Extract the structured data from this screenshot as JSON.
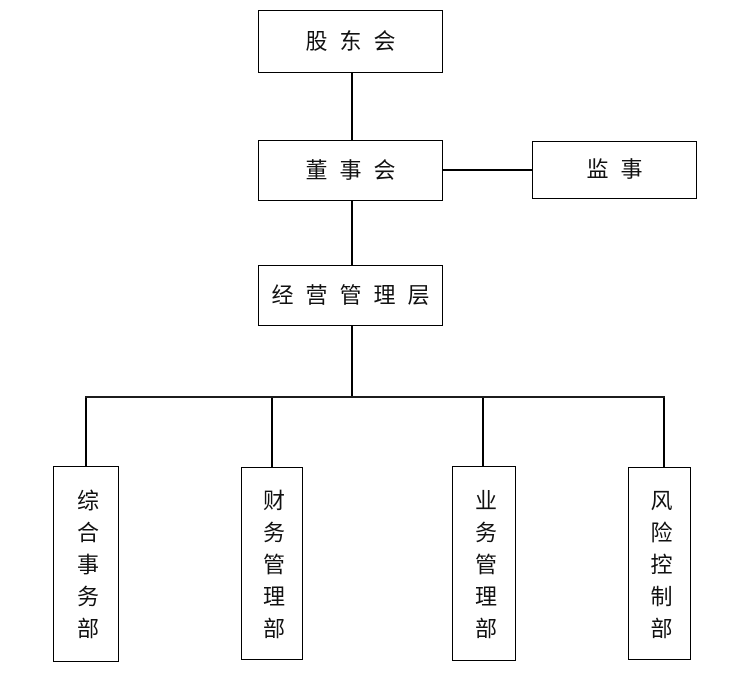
{
  "diagram_type": "org-chart",
  "nodes": {
    "shareholders": {
      "label": "股东会"
    },
    "board": {
      "label": "董事会"
    },
    "supervisor": {
      "label": "监事"
    },
    "management": {
      "label": "经营管理层"
    },
    "dept_general": {
      "label": "综合事务部"
    },
    "dept_finance": {
      "label": "财务管理部"
    },
    "dept_business": {
      "label": "业务管理部"
    },
    "dept_risk": {
      "label": "风险控制部"
    }
  },
  "edges": [
    {
      "from": "shareholders",
      "to": "board"
    },
    {
      "from": "board",
      "to": "supervisor"
    },
    {
      "from": "board",
      "to": "management"
    },
    {
      "from": "management",
      "to": "dept_general"
    },
    {
      "from": "management",
      "to": "dept_finance"
    },
    {
      "from": "management",
      "to": "dept_business"
    },
    {
      "from": "management",
      "to": "dept_risk"
    }
  ],
  "colors": {
    "background": "#ffffff",
    "line": "#000000",
    "text": "#111111"
  }
}
